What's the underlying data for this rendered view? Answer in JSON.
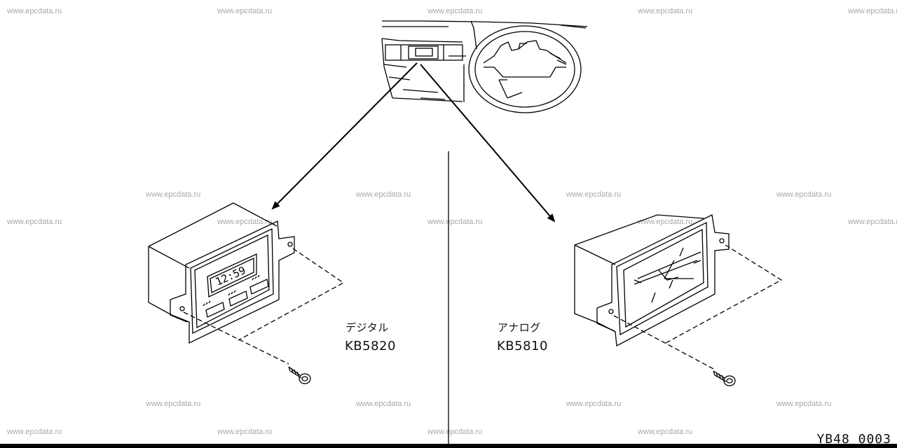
{
  "watermark": "www.epcdata.ru",
  "parts": [
    {
      "name": "デジタル",
      "code": "KB5820",
      "clock_display": "12:59"
    },
    {
      "name": "アナログ",
      "code": "KB5810"
    }
  ],
  "figure_id": "YB48 0003"
}
